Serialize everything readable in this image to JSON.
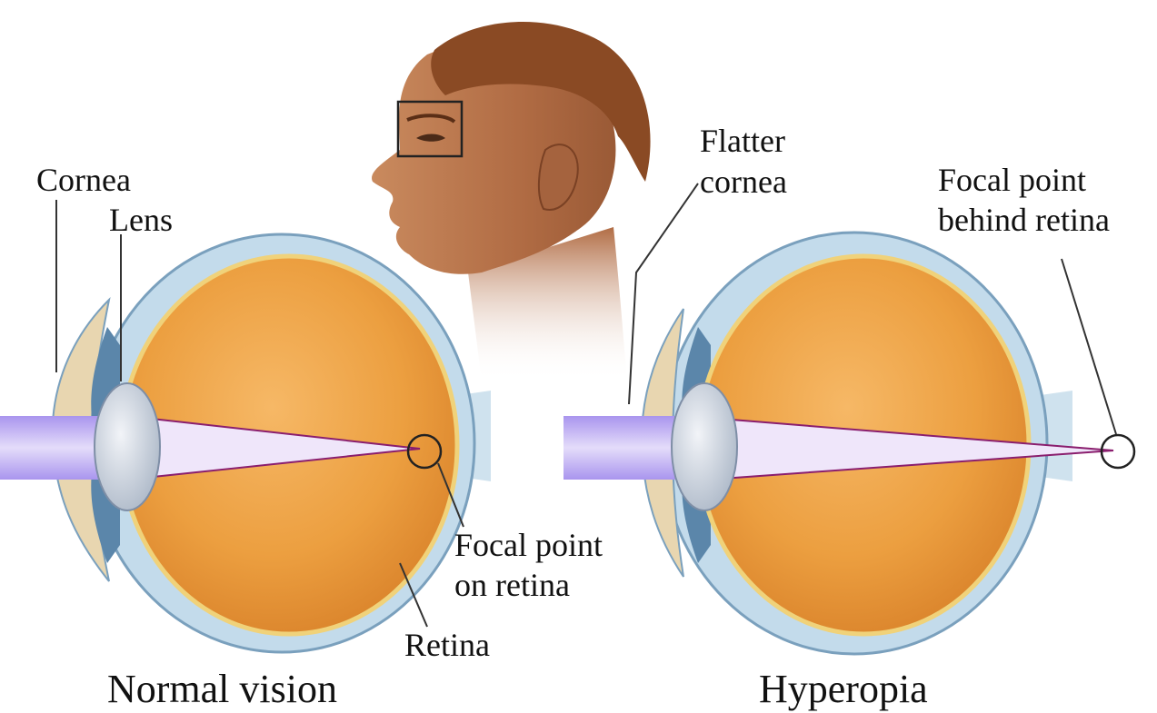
{
  "labels": {
    "cornea": "Cornea",
    "lens": "Lens",
    "flatter_cornea_line1": "Flatter",
    "flatter_cornea_line2": "cornea",
    "focal_behind_line1": "Focal point",
    "focal_behind_line2": "behind retina",
    "focal_on_line1": "Focal point",
    "focal_on_line2": "on retina",
    "retina": "Retina"
  },
  "captions": {
    "normal": "Normal vision",
    "hyperopia": "Hyperopia"
  },
  "colors": {
    "sclera": "#b9d4e6",
    "vitreous": "#e99a3a",
    "vitreous_light": "#f6b866",
    "retina_line": "#f0d27a",
    "light_beam": "#b9a6f0",
    "beam_core": "#8a1e6e",
    "skin": "#b9744c",
    "hair": "#8a4a24",
    "text": "#111111"
  }
}
